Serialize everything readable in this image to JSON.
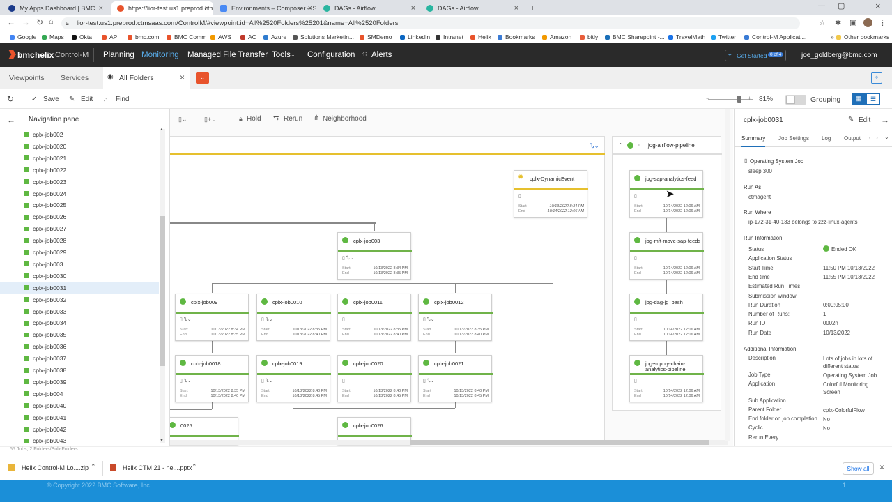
{
  "browser": {
    "tabs": [
      {
        "title": "My Apps Dashboard | BMC"
      },
      {
        "title": "https://lior-test.us1.preprod.ctm"
      },
      {
        "title": "Environments – Composer – SSO"
      },
      {
        "title": "DAGs - Airflow"
      },
      {
        "title": "DAGs - Airflow"
      }
    ],
    "url": "lior-test.us1.preprod.ctmsaas.com/ControlM/#viewpoint:id=All%2520Folders%25201&name=All%2520Folders",
    "bookmarks": [
      "Google",
      "Maps",
      "Okta",
      "API",
      "bmc.com",
      "BMC Comm",
      "AWS",
      "AC",
      "Azure",
      "Solutions Marketin...",
      "SMDemo",
      "LinkedIn",
      "Intranet",
      "Helix",
      "Bookmarks",
      "Amazon",
      "bitly",
      "BMC Sharepoint -...",
      "TravelMath",
      "Twitter",
      "Control-M Applicati...",
      "»",
      "Other bookmarks"
    ]
  },
  "app": {
    "brand_bmc": "bmc",
    "brand_helix": "helix",
    "brand_product": "Control-M",
    "nav": [
      "Planning",
      "Monitoring",
      "Managed File Transfer",
      "Tools",
      "Configuration",
      "Alerts"
    ],
    "get_started": "Get Started",
    "get_started_badge": "0 of 4",
    "user": "joe_goldberg@bmc.com"
  },
  "subtabs": {
    "viewpoints": "Viewpoints",
    "services": "Services",
    "all_folders": "All Folders"
  },
  "toolbar": {
    "save": "Save",
    "edit": "Edit",
    "find": "Find",
    "zoom": "81%",
    "grouping": "Grouping"
  },
  "canvas_toolbar": {
    "hold": "Hold",
    "rerun": "Rerun",
    "neighborhood": "Neighborhood"
  },
  "navpane": {
    "title": "Navigation pane",
    "items": [
      "cplx-job002",
      "cplx-job0020",
      "cplx-job0021",
      "cplx-job0022",
      "cplx-job0023",
      "cplx-job0024",
      "cplx-job0025",
      "cplx-job0026",
      "cplx-job0027",
      "cplx-job0028",
      "cplx-job0029",
      "cplx-job003",
      "cplx-job0030",
      "cplx-job0031",
      "cplx-job0032",
      "cplx-job0033",
      "cplx-job0034",
      "cplx-job0035",
      "cplx-job0036",
      "cplx-job0037",
      "cplx-job0038",
      "cplx-job0039",
      "cplx-job004",
      "cplx-job0040",
      "cplx-job0041",
      "cplx-job0042",
      "cplx-job0043"
    ],
    "selected": "cplx-job0031"
  },
  "flow": {
    "folder_title": "jog-airflow-pipeline",
    "start_label": "Start",
    "end_label": "End",
    "nodes": [
      {
        "name": "cplx-DynamicEvent",
        "start": "10/13/2022 8:34 PM",
        "end": "10/14/2022 12:06 AM"
      },
      {
        "name": "jog-sap-analytics-feed",
        "start": "10/14/2022 12:06 AM",
        "end": "10/14/2022 12:06 AM"
      },
      {
        "name": "cplx-job003",
        "start": "10/13/2022 8:34 PM",
        "end": "10/13/2022 8:35 PM"
      },
      {
        "name": "jog-mft-move-sap-feeds",
        "start": "10/14/2022 12:06 AM",
        "end": "10/14/2022 12:06 AM"
      },
      {
        "name": "cplx-job009",
        "start": "10/13/2022 8:34 PM",
        "end": "10/13/2022 8:35 PM"
      },
      {
        "name": "cplx-job0010",
        "start": "10/13/2022 8:35 PM",
        "end": "10/13/2022 8:40 PM"
      },
      {
        "name": "cplx-job0011",
        "start": "10/13/2022 8:35 PM",
        "end": "10/13/2022 8:40 PM"
      },
      {
        "name": "cplx-job0012",
        "start": "10/13/2022 8:35 PM",
        "end": "10/13/2022 8:40 PM"
      },
      {
        "name": "jog-dag-jg_bash",
        "start": "10/14/2022 12:06 AM",
        "end": "10/14/2022 12:06 AM"
      },
      {
        "name": "cplx-job0018",
        "start": "10/13/2022 8:35 PM",
        "end": "10/13/2022 8:40 PM"
      },
      {
        "name": "cplx-job0019",
        "start": "10/13/2022 8:40 PM",
        "end": "10/13/2022 8:45 PM"
      },
      {
        "name": "cplx-job0020",
        "start": "10/13/2022 8:40 PM",
        "end": "10/13/2022 8:45 PM"
      },
      {
        "name": "cplx-job0021",
        "start": "10/13/2022 8:40 PM",
        "end": "10/13/2022 8:45 PM"
      },
      {
        "name": "jog-supply-chain-analytics-pipeline",
        "start": "10/14/2022 12:06 AM",
        "end": "10/14/2022 12:06 AM"
      },
      {
        "name": "0025"
      },
      {
        "name": "cplx-job0026"
      }
    ]
  },
  "details": {
    "job_name": "cplx-job0031",
    "edit": "Edit",
    "tabs": [
      "Summary",
      "Job Settings",
      "Log",
      "Output"
    ],
    "job_type_title": "Operating System Job",
    "command": "sleep 300",
    "run_as_label": "Run As",
    "run_as": "ctmagent",
    "run_where_label": "Run Where",
    "run_where": "ip-172-31-40-133 belongs to zzz-linux-agents",
    "run_info_label": "Run Information",
    "run_info": [
      {
        "k": "Status",
        "v": "Ended OK"
      },
      {
        "k": "Application Status",
        "v": ""
      },
      {
        "k": "Start Time",
        "v": "11:50 PM 10/13/2022"
      },
      {
        "k": "End time",
        "v": "11:55 PM 10/13/2022"
      },
      {
        "k": "Estimated Run Times",
        "v": ""
      },
      {
        "k": "Submission window",
        "v": ""
      },
      {
        "k": "Run Duration",
        "v": "0:00:05:00"
      },
      {
        "k": "Number of Runs:",
        "v": "1"
      },
      {
        "k": "Run ID",
        "v": "0002n"
      },
      {
        "k": "Run Date",
        "v": "10/13/2022"
      }
    ],
    "add_info_label": "Additional Information",
    "add_info": [
      {
        "k": "Description",
        "v": "Lots of jobs in lots of different status"
      },
      {
        "k": "Job Type",
        "v": "Operating System Job"
      },
      {
        "k": "Application",
        "v": "Colorful Monitoring Screen"
      },
      {
        "k": "Sub Application",
        "v": ""
      },
      {
        "k": "Parent Folder",
        "v": "cplx-ColorfulFlow"
      },
      {
        "k": "End folder on job completion",
        "v": "No"
      },
      {
        "k": "Cyclic",
        "v": "No"
      },
      {
        "k": "Rerun Every",
        "v": ""
      }
    ]
  },
  "status": "55 Jobs, 2 Folders/Sub-Folders",
  "downloads": {
    "items": [
      "Helix Control-M Lo....zip",
      "Helix CTM 21 - ne....pptx"
    ],
    "show_all": "Show all"
  },
  "footer": {
    "copyright": "© Copyright 2022 BMC Software, Inc.",
    "page": "1"
  },
  "colors": {
    "ok_green": "#5fb842",
    "header_bg": "#2a2a2a",
    "footer_blue": "#1b8fd8",
    "accent_orange": "#e8532b",
    "selected_row": "#e3eef9"
  }
}
